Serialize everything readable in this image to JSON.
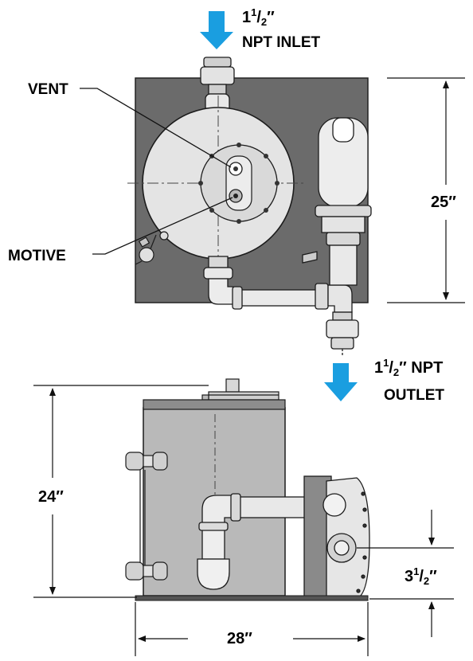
{
  "colors": {
    "arrow": "#1a9ee0",
    "plate": "#6b6b6b",
    "metal_light": "#e6e6e6",
    "metal_mid": "#b8b8b8",
    "outline": "#1c1c1c"
  },
  "inlet": {
    "size_whole": "1",
    "size_num": "1",
    "size_den": "2",
    "size_tail": "″",
    "label": "NPT INLET"
  },
  "outlet": {
    "size_whole": "1",
    "size_num": "1",
    "size_den": "2",
    "size_tail": "″ NPT",
    "label": "OUTLET"
  },
  "callouts": {
    "vent": "VENT",
    "motive": "MOTIVE"
  },
  "dimensions": {
    "top_height": "25″",
    "side_height": "24″",
    "width": "28″",
    "outlet_height_whole": "3",
    "outlet_height_num": "1",
    "outlet_height_den": "2",
    "outlet_height_tail": "″"
  }
}
